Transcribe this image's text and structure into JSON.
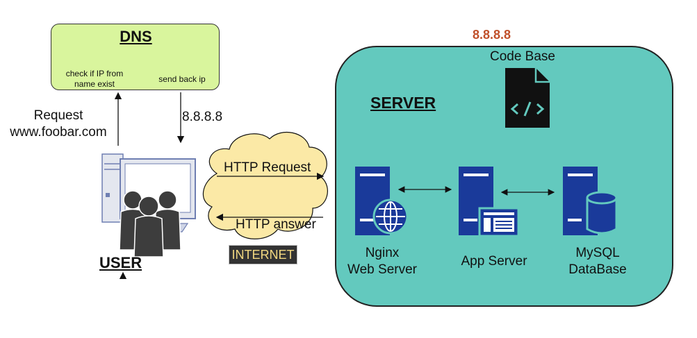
{
  "dns": {
    "title": "DNS",
    "check_text_line1": "check if IP from",
    "check_text_line2": "name exist",
    "send_back_text": "send back ip"
  },
  "request": {
    "line1": "Request",
    "line2": "www.foobar.com"
  },
  "dns_response_ip": "8.8.8.8",
  "user_label": "USER",
  "internet": {
    "http_request": "HTTP Request",
    "http_answer": "HTTP answer",
    "tag": "INTERNET"
  },
  "server": {
    "ip": "8.8.8.8",
    "code_base": "Code Base",
    "title": "SERVER",
    "nginx_line1": "Nginx",
    "nginx_line2": "Web Server",
    "app_server": "App Server",
    "mysql_line1": "MySQL",
    "mysql_line2": "DataBase"
  },
  "colors": {
    "dns_fill": "#d9f59d",
    "server_fill": "#63c9be",
    "cloud_fill": "#fbe9a6",
    "server_icon": "#1a3a9a",
    "ip_accent": "#c0502a"
  }
}
